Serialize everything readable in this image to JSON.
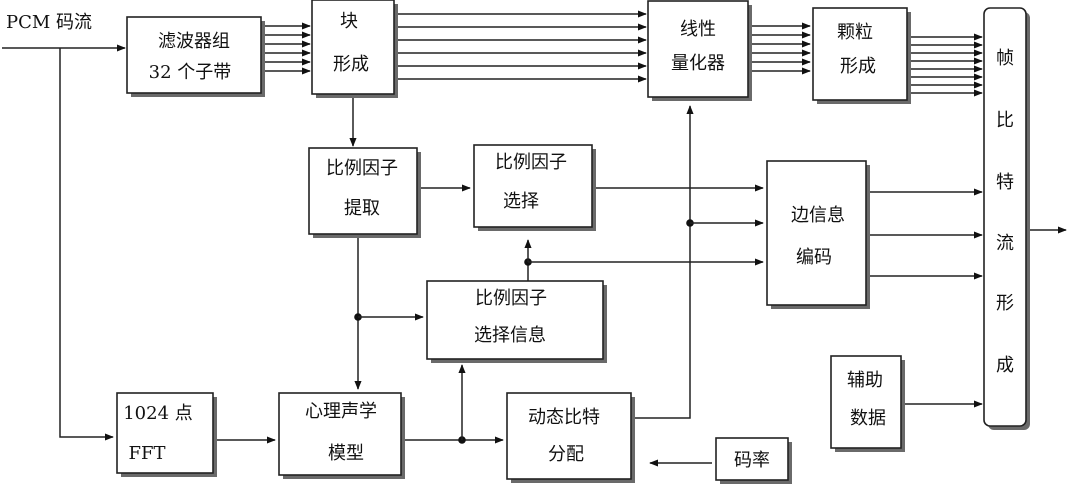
{
  "input_label": "PCM 码流",
  "blocks": {
    "filter_bank": [
      "滤波器组",
      "32 个子带"
    ],
    "block_formation": [
      "块",
      "形成"
    ],
    "linear_quantizer": [
      "线性",
      "量化器"
    ],
    "granule_formation": [
      "颗粒",
      "形成"
    ],
    "frame_bitstream": [
      "帧",
      "比",
      "特",
      "流",
      "形",
      "成"
    ],
    "scale_factor_extraction": [
      "比例因子",
      "提取"
    ],
    "scale_factor_selection": [
      "比例因子",
      "选择"
    ],
    "side_info_coding": [
      "边信息",
      "编码"
    ],
    "scale_factor_selection_info": [
      "比例因子",
      "选择信息"
    ],
    "fft_1024": [
      "1024 点",
      "FFT"
    ],
    "psychoacoustic_model": [
      "心理声学",
      "模型"
    ],
    "dynamic_bit_allocation": [
      "动态比特",
      "分配"
    ],
    "bit_rate": [
      "码率"
    ],
    "auxiliary_data": [
      "辅助",
      "数据"
    ]
  },
  "colors": {
    "line": "#222222",
    "shadow": "#6a6a6a",
    "background": "#ffffff"
  }
}
